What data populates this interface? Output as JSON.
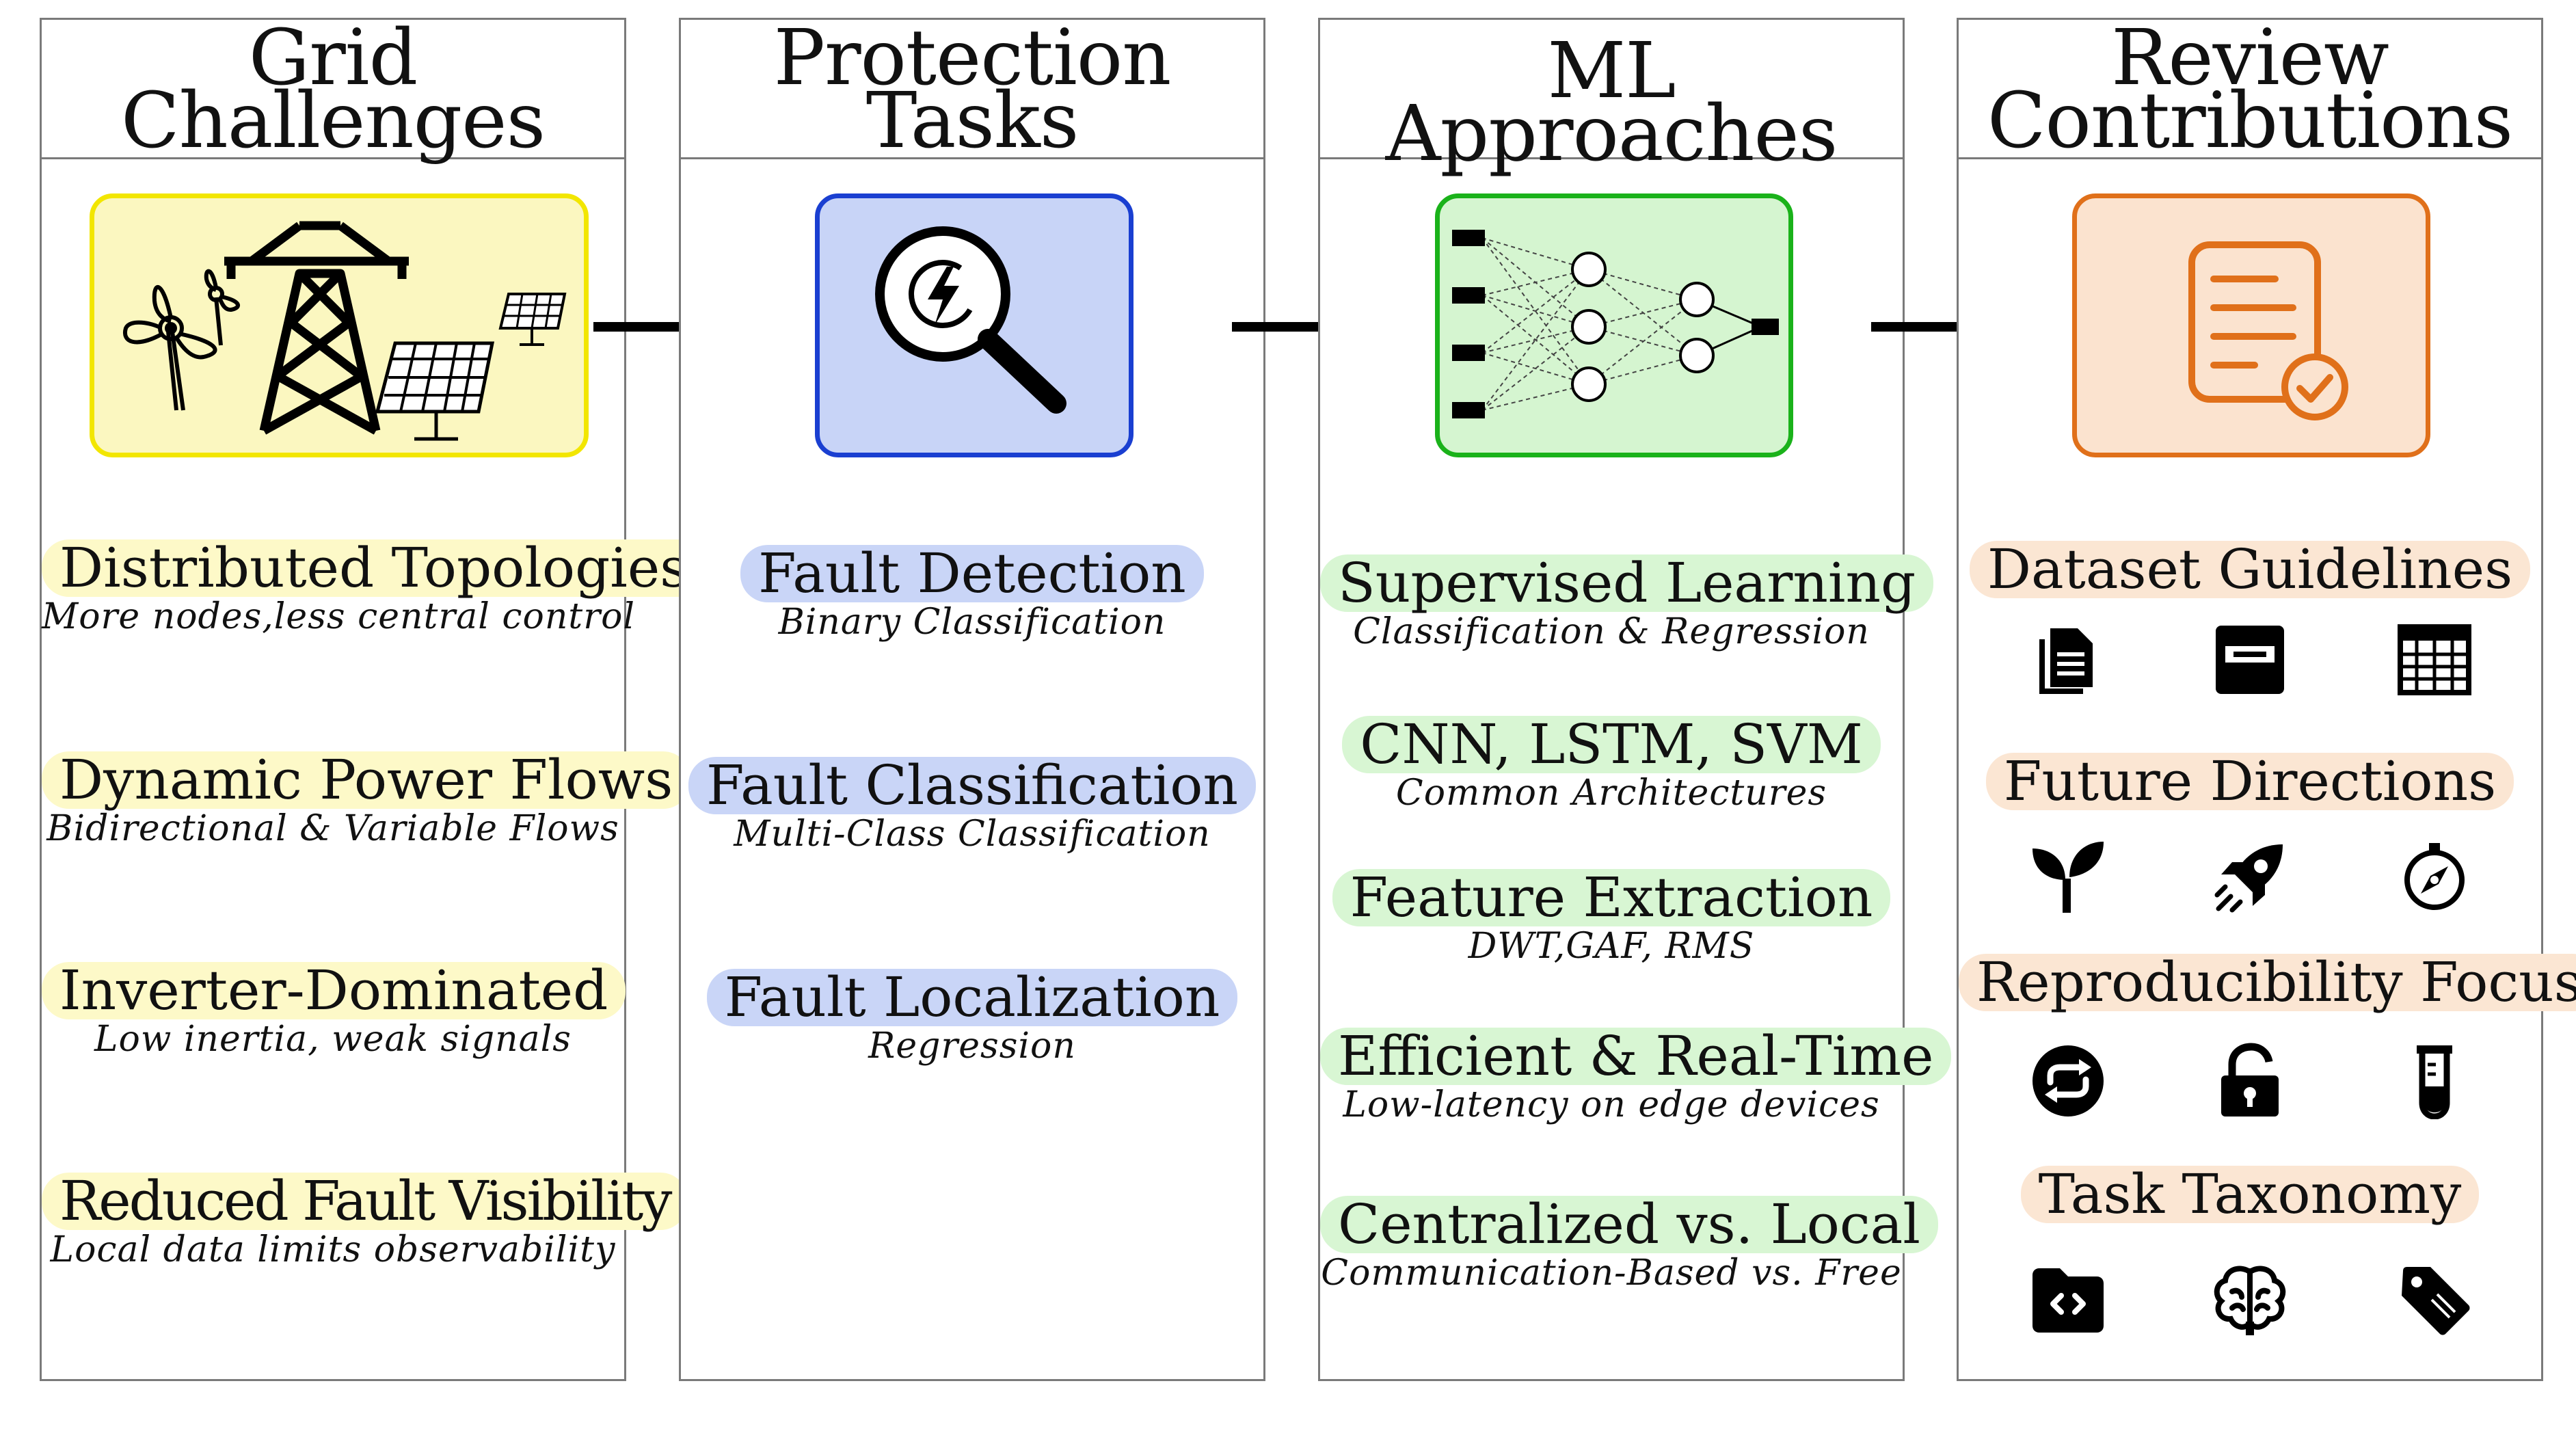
{
  "columns": [
    {
      "title": "Grid Challenges",
      "accent": "#f2e600",
      "fill": "#fbf7c0",
      "items": [
        {
          "label": "Distributed Topologies",
          "sub": "More nodes,less central control"
        },
        {
          "label": "Dynamic Power Flows",
          "sub": "Bidirectional & Variable Flows"
        },
        {
          "label": "Inverter-Dominated",
          "sub": "Low inertia, weak signals"
        },
        {
          "label": "Reduced Fault Visibility",
          "sub": "Local data limits observability"
        }
      ],
      "icons": [
        "wind-turbine-icon",
        "transmission-tower-icon",
        "solar-panel-icon"
      ]
    },
    {
      "title": "Protection Tasks",
      "accent": "#1a3fd1",
      "fill": "#c8d4f7",
      "items": [
        {
          "label": "Fault Detection",
          "sub": "Binary Classification"
        },
        {
          "label": "Fault Classification",
          "sub": "Multi-Class Classification"
        },
        {
          "label": "Fault Localization",
          "sub": "Regression"
        }
      ],
      "icons": [
        "magnifier-lightning-icon"
      ]
    },
    {
      "title": "ML Approaches",
      "accent": "#1ab21a",
      "fill": "#d5f5d0",
      "items": [
        {
          "label": "Supervised Learning",
          "sub": "Classification & Regression"
        },
        {
          "label": "CNN, LSTM, SVM",
          "sub": "Common Architectures"
        },
        {
          "label": "Feature Extraction",
          "sub": "DWT,GAF, RMS"
        },
        {
          "label": "Efficient & Real-Time",
          "sub": "Low-latency on edge devices"
        },
        {
          "label": "Centralized vs. Local",
          "sub": "Communication-Based vs. Free"
        }
      ],
      "icons": [
        "neural-network-icon"
      ]
    },
    {
      "title_line1": "Review",
      "title_line2": "Contributions",
      "accent": "#e0701a",
      "fill": "#fbe3cf",
      "items": [
        {
          "label": "Dataset Guidelines",
          "icons": [
            "documents-icon",
            "archive-icon",
            "table-icon"
          ]
        },
        {
          "label": "Future Directions",
          "icons": [
            "sprout-icon",
            "rocket-icon",
            "compass-icon"
          ]
        },
        {
          "label": "Reproducibility Focus",
          "icons": [
            "repeat-icon",
            "unlock-icon",
            "test-tube-icon"
          ]
        },
        {
          "label": "Task Taxonomy",
          "icons": [
            "code-folder-icon",
            "brain-icon",
            "tag-icon"
          ]
        }
      ],
      "hero_icon": "checked-document-icon"
    }
  ],
  "colors": {
    "yellow_pill": "#fdf9c8",
    "blue_pill": "#c9d5f7",
    "green_pill": "#d8f6d3",
    "orange_pill": "#fbe6d3",
    "border": "#7a7a7a",
    "arrow": "#000000"
  }
}
